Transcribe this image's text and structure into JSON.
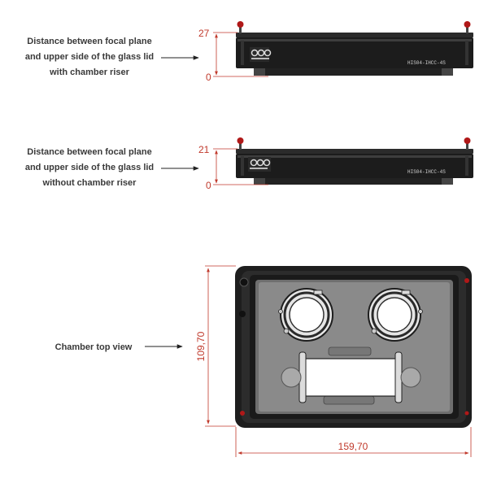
{
  "side_with_riser": {
    "label": [
      "Distance between focal plane",
      "and upper side of the glass lid",
      "with chamber riser"
    ],
    "dim_top": "27",
    "dim_bottom": "0",
    "part_code": "HIS04-IHCC-4S"
  },
  "side_without_riser": {
    "label": [
      "Distance between focal plane",
      "and upper side of the glass lid",
      "without chamber riser"
    ],
    "dim_top": "21",
    "dim_bottom": "0",
    "part_code": "HIS04-IHCC-4S"
  },
  "top_view": {
    "label": "Chamber top view",
    "height_dim": "109,70",
    "width_dim": "159,70"
  },
  "colors": {
    "dimension": "#c0392b",
    "body": "#1c1c1c",
    "knob": "#b01818"
  }
}
